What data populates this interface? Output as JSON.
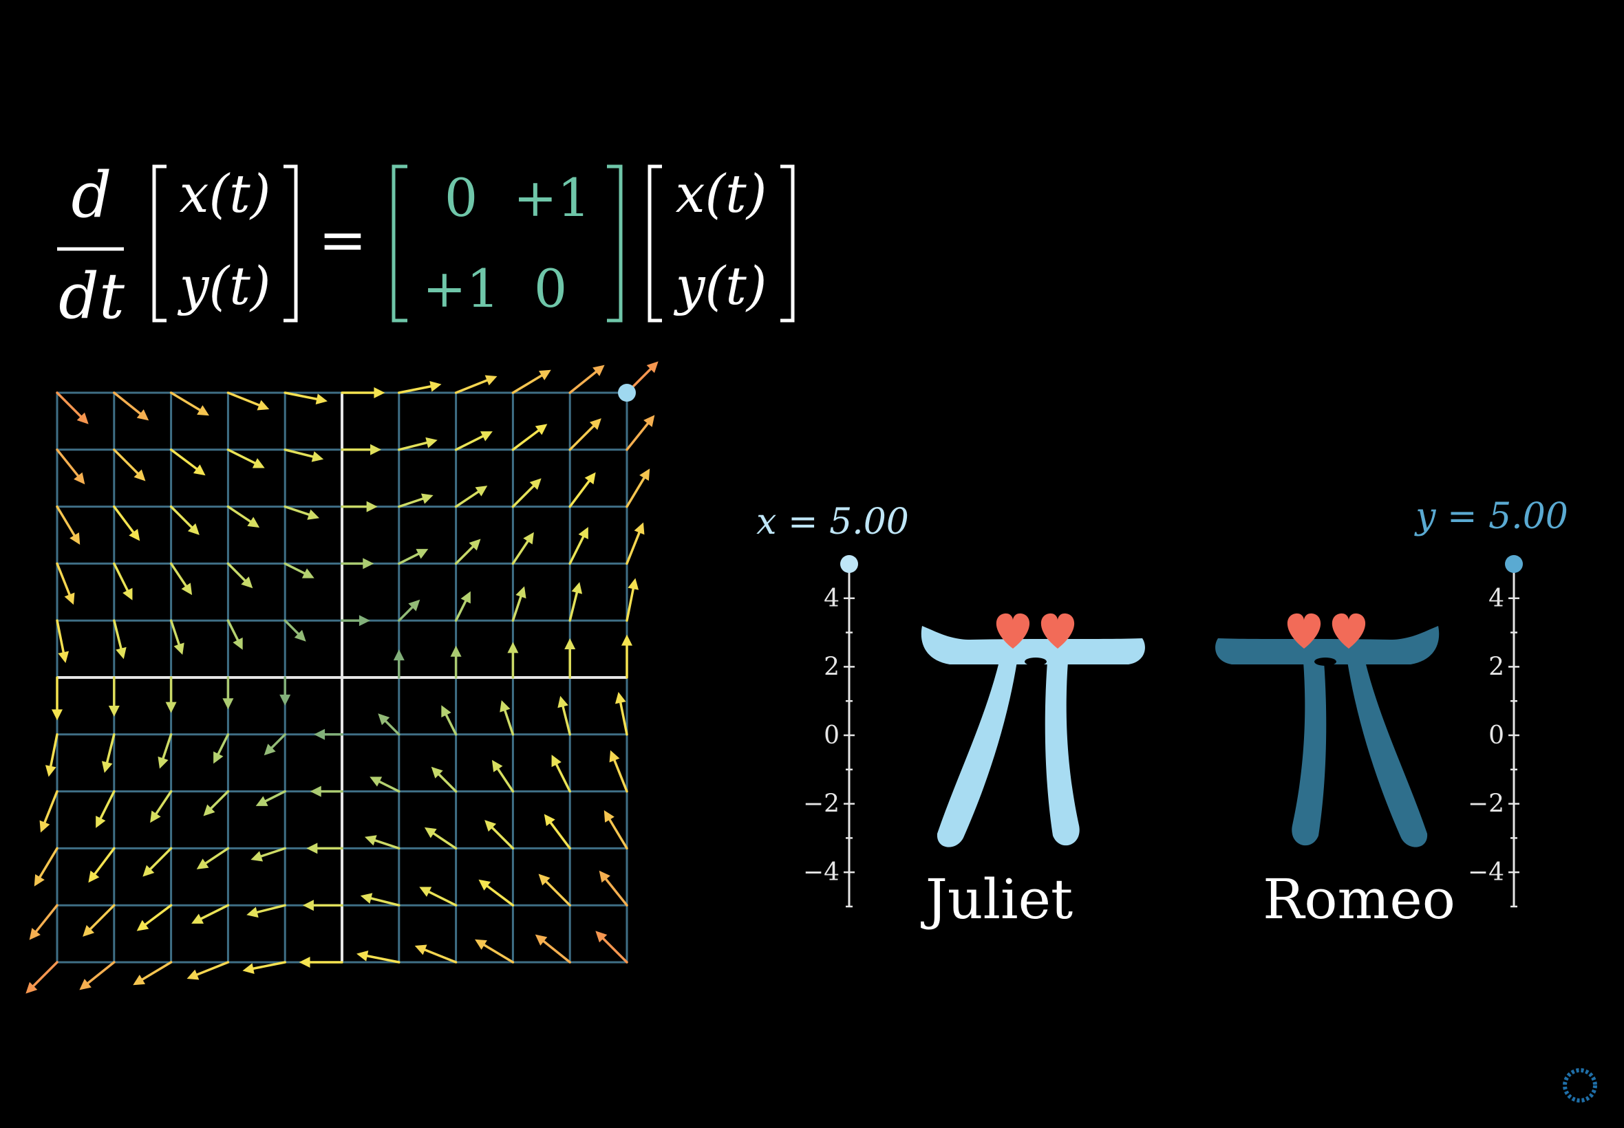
{
  "equation": {
    "numerator": "d",
    "denominator": "dt",
    "vector_top": "x(t)",
    "vector_bottom": "y(t)",
    "equals": "=",
    "matrix": [
      [
        "0",
        "+1"
      ],
      [
        "+1",
        "0"
      ]
    ],
    "vector2_top": "x(t)",
    "vector2_bottom": "y(t)"
  },
  "colors": {
    "background": "#000000",
    "grid_lines": "#3f6f86",
    "axis_lines": "#e6e6e6",
    "matrix_teal": "#6fc6a9",
    "juliet_blue": "#a8dcf2",
    "romeo_blue": "#2f6f8c",
    "heart": "#f26b58",
    "x_label": "#bfe6f7",
    "y_label": "#5aaad2"
  },
  "field": {
    "x_range": [
      -5,
      5
    ],
    "y_range": [
      -5,
      5
    ],
    "state_point": {
      "x": 5,
      "y": 5
    }
  },
  "juliet": {
    "name": "Juliet",
    "value_label": "x = 5.00",
    "value": 5.0,
    "ticks": [
      "4",
      "2",
      "0",
      "−2",
      "−4"
    ],
    "range": [
      -5,
      5
    ]
  },
  "romeo": {
    "name": "Romeo",
    "value_label": "y = 5.00",
    "value": 5.0,
    "ticks": [
      "4",
      "2",
      "0",
      "−2",
      "−4"
    ],
    "range": [
      -5,
      5
    ]
  },
  "icons": {
    "corner": "loading-spinner-icon"
  }
}
